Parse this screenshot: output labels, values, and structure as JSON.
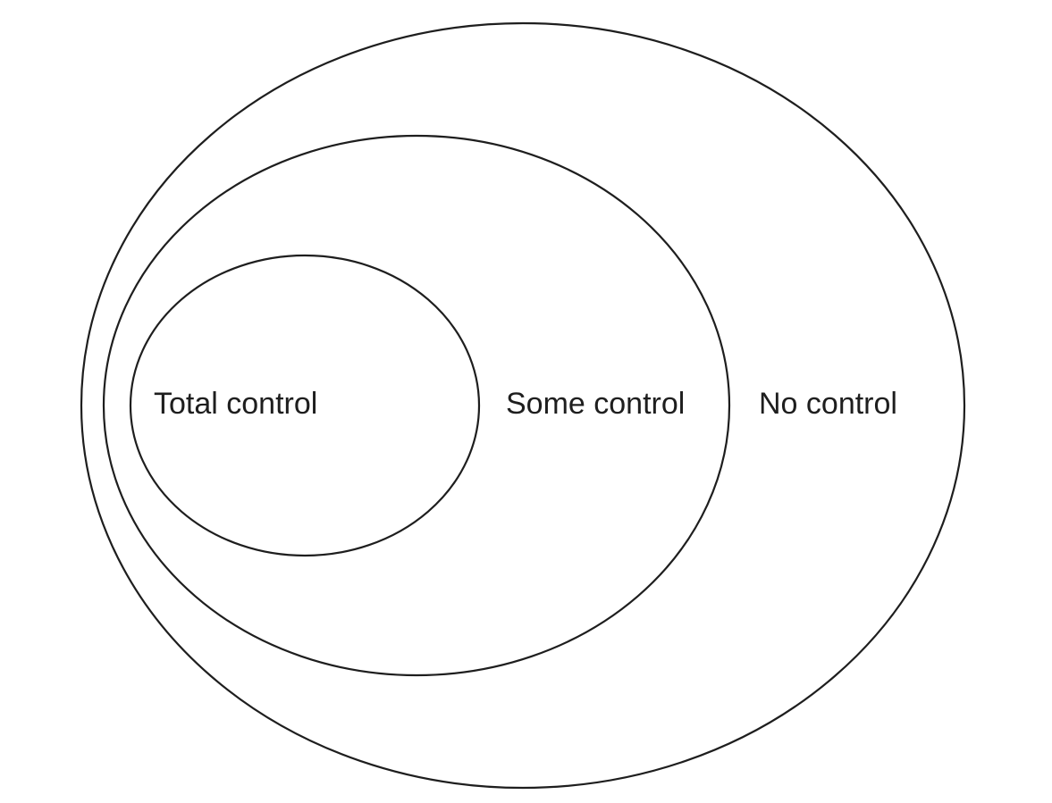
{
  "diagram": {
    "type": "nested-ellipses",
    "stroke_color": "#1e1e1e",
    "background_color": "#ffffff",
    "circles": [
      {
        "label": "No control"
      },
      {
        "label": "Some control"
      },
      {
        "label": "Total control"
      }
    ]
  }
}
